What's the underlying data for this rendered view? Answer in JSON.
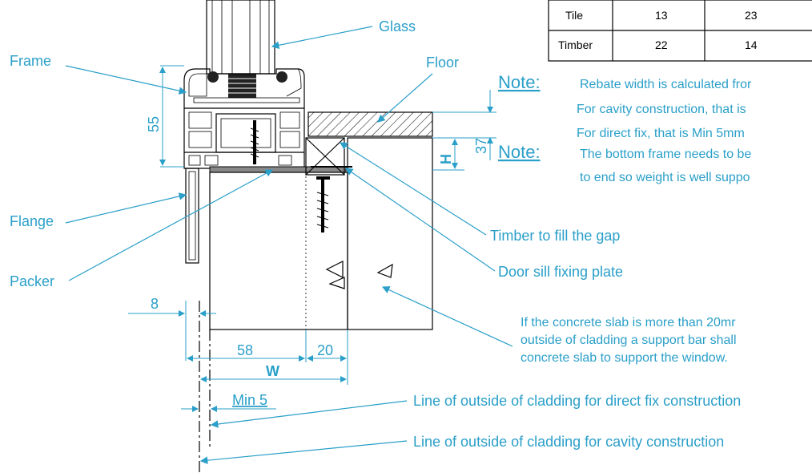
{
  "table": {
    "rows": [
      [
        "Tile",
        "13",
        "23"
      ],
      [
        "Timber",
        "22",
        "14"
      ]
    ]
  },
  "labels": {
    "glass": "Glass",
    "frame": "Frame",
    "floor": "Floor",
    "flange": "Flange",
    "packer": "Packer",
    "timber_gap": "Timber to fill the gap",
    "sill_plate": "Door sill fixing plate",
    "line_direct": "Line of outside of cladding for direct fix construction",
    "line_cavity": "Line of outside of cladding for cavity construction"
  },
  "notes": {
    "note1_head": "Note:",
    "note1_l1": "Rebate width is calculated fror",
    "note1_l2": "For cavity construction, that is",
    "note1_l3": "For direct fix, that is Min 5mm",
    "note2_head": "Note:",
    "note2_l1": "The bottom frame needs to be",
    "note2_l2": "to end so weight is well suppo",
    "slab_l1": "If the concrete slab is more than 20mr",
    "slab_l2": "outside of cladding a support bar shall",
    "slab_l3": "concrete slab to support the window."
  },
  "dimensions": {
    "d55": "55",
    "d37": "37",
    "dH": "H",
    "d8": "8",
    "d58": "58",
    "d20": "20",
    "dW": "W",
    "dmin5": "Min 5"
  },
  "colors": {
    "accent": "#2a9fc9",
    "line": "#000000"
  }
}
